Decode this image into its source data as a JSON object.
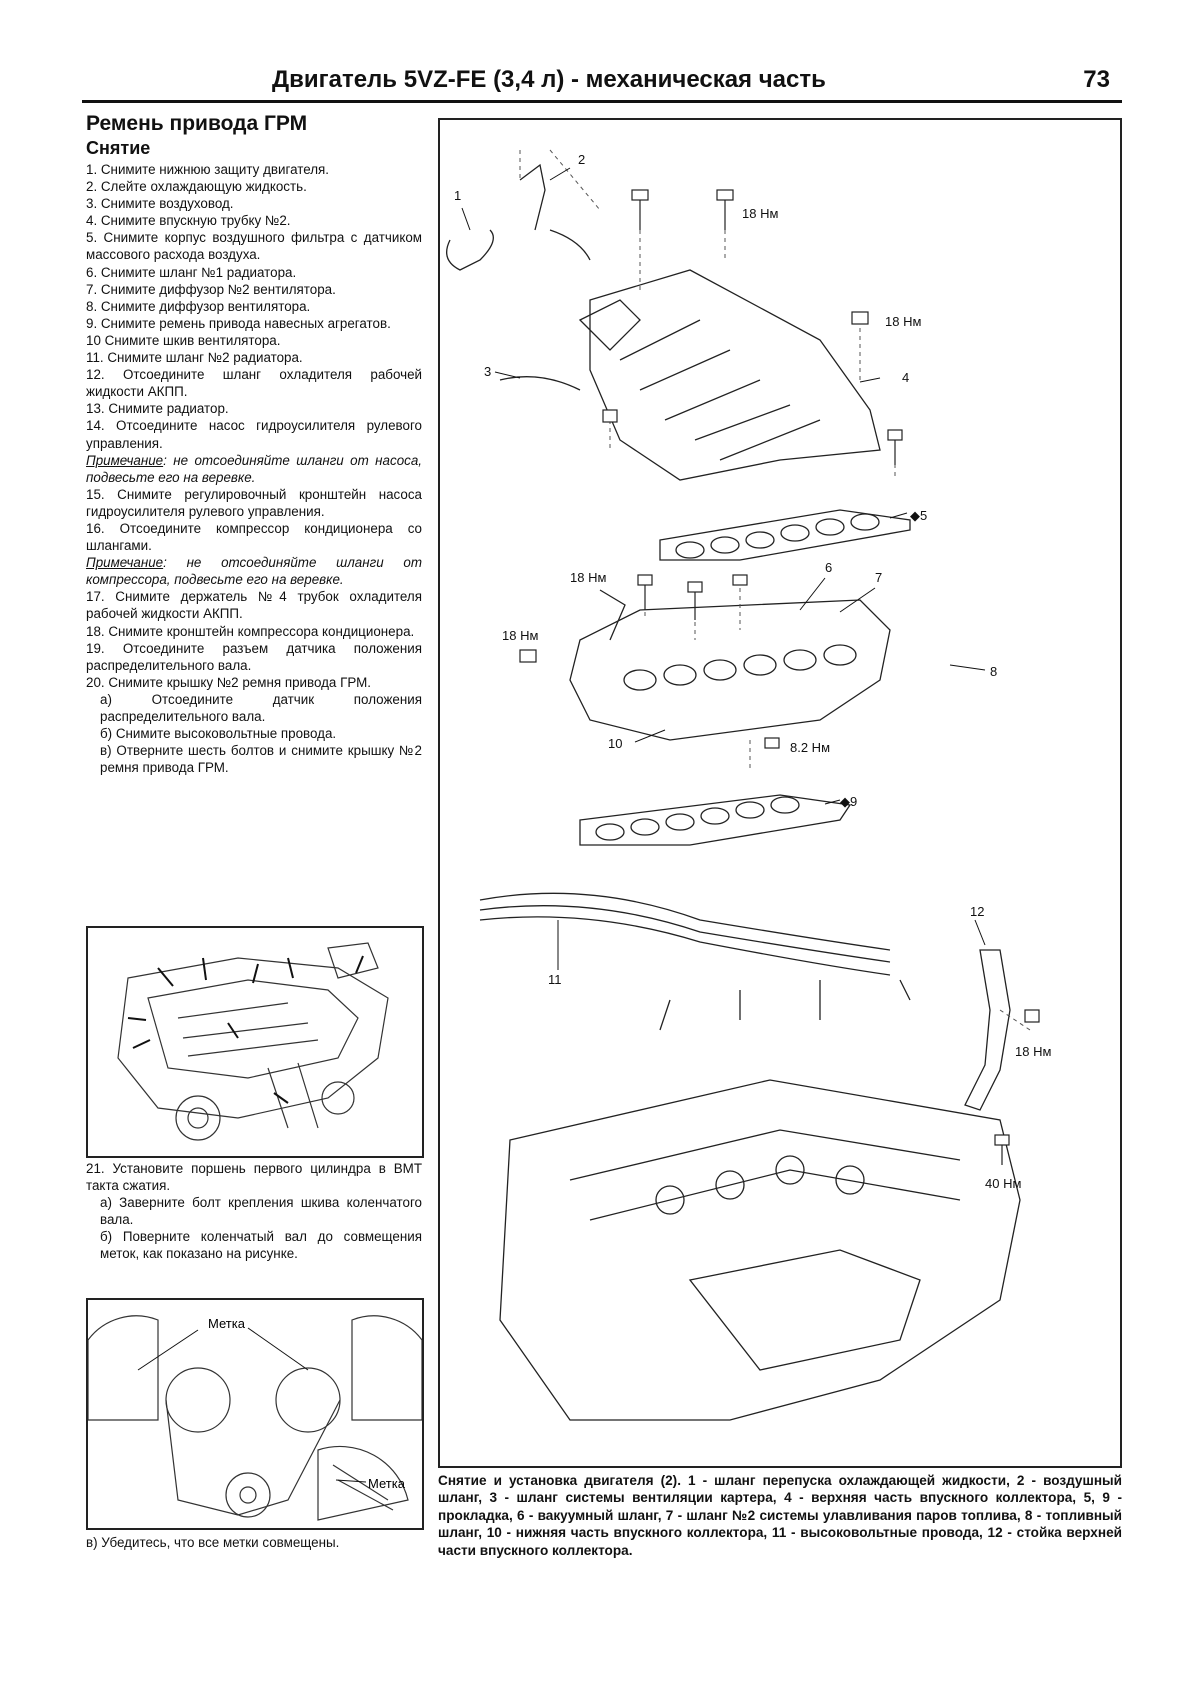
{
  "header": {
    "title": "Двигатель 5VZ-FE (3,4 л) - механическая часть",
    "page_number": "73"
  },
  "section": {
    "title": "Ремень привода ГРМ",
    "subtitle": "Снятие"
  },
  "steps": [
    "1. Снимите нижнюю защиту двигателя.",
    "2. Слейте охлаждающую жидкость.",
    "3. Снимите воздуховод.",
    "4. Снимите впускную трубку №2.",
    "5. Снимите корпус воздушного фильтра с датчиком массового расхода воздуха.",
    "6. Снимите шланг №1 радиатора.",
    "7. Снимите диффузор №2 вентилятора.",
    "8. Снимите диффузор вентилятора.",
    "9. Снимите ремень привода навесных агрегатов.",
    "10 Снимите шкив вентилятора.",
    "11. Снимите шланг №2 радиатора.",
    "12. Отсоедините шланг охладителя рабочей жидкости АКПП.",
    "13. Снимите радиатор.",
    "14. Отсоедините насос гидроусилителя рулевого управления."
  ],
  "note1": {
    "label": "Примечание",
    "text": ": не отсоединяйте шланги от насоса, подвесьте его на веревке."
  },
  "steps_b": [
    "15. Снимите регулировочный кронштейн насоса гидроусилителя рулевого управления.",
    "16. Отсоедините компрессор кондиционера со шлангами."
  ],
  "note2": {
    "label": "Примечание",
    "text": ": не отсоединяйте шланги от компрессора, подвесьте его на веревке."
  },
  "steps_c": [
    "17. Снимите держатель №4 трубок охладителя рабочей жидкости АКПП.",
    "18. Снимите кронштейн компрессора кондиционера.",
    "19. Отсоедините разъем датчика положения распределительного вала.",
    "20. Снимите крышку №2 ремня привода ГРМ."
  ],
  "substeps_20": [
    "а) Отсоедините датчик положения распределительного вала.",
    "б) Снимите высоковольтные провода.",
    "в) Отверните шесть болтов и снимите крышку №2 ремня привода ГРМ."
  ],
  "step21": "21. Установите поршень первого цилиндра в ВМТ такта сжатия.",
  "substeps_21": [
    "а) Заверните болт крепления шкива коленчатого вала.",
    "б) Поверните коленчатый вал до совмещения меток, как показано на рисунке."
  ],
  "fig2_labels": {
    "mark_top": "Метка",
    "mark_bottom": "Метка"
  },
  "final_step": "в) Убедитесь, что все метки совмещены.",
  "diagram_labels": {
    "n1": "1",
    "n2": "2",
    "n3": "3",
    "n4": "4",
    "n5": "◆5",
    "n6": "6",
    "n7": "7",
    "n8": "8",
    "n9": "◆9",
    "n10": "10",
    "n11": "11",
    "n12": "12",
    "t18a": "18 Нм",
    "t18b": "18 Нм",
    "t18c": "18 Нм",
    "t18d": "18 Нм",
    "t18e": "18 Нм",
    "t82": "8.2 Нм",
    "t40": "40 Нм"
  },
  "caption": {
    "text": "Снятие и установка двигателя (2). 1 - шланг перепуска охлаждающей жидкости, 2 - воздушный шланг, 3 - шланг системы вентиляции картера, 4 - верхняя часть впускного коллектора, 5, 9 - прокладка, 6 - вакуумный шланг, 7 - шланг №2 системы улавливания паров топлива, 8 - топливный шланг, 10 - нижняя часть впускного коллектора, 11 - высоковольтные провода, 12 - стойка верхней части впускного коллектора."
  }
}
